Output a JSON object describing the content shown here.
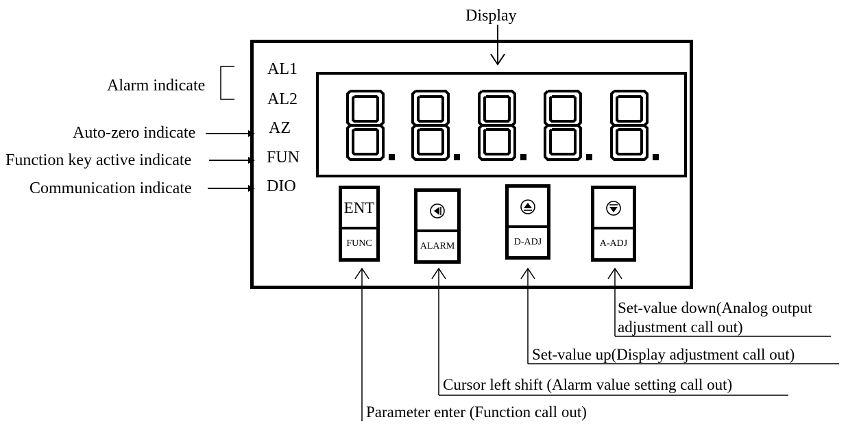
{
  "display_label": "Display",
  "bracket_label": "Alarm indicate",
  "indicators": [
    "AL1",
    "AL2",
    "AZ",
    "FUN",
    "DIO"
  ],
  "left_labels": {
    "autozero": "Auto-zero indicate",
    "function": "Function key active indicate",
    "communication": "Communication indicate"
  },
  "keys": [
    {
      "top": "ENT",
      "bottom": "FUNC",
      "icon": "none"
    },
    {
      "top": "",
      "bottom": "ALARM",
      "icon": "left-arrow-icon"
    },
    {
      "top": "",
      "bottom": "D-ADJ",
      "icon": "up-arrow-icon"
    },
    {
      "top": "",
      "bottom": "A-ADJ",
      "icon": "down-arrow-icon"
    }
  ],
  "callouts": {
    "down_line1": "Set-value down(Analog output",
    "down_line2": "adjustment call out)",
    "up": "Set-value up(Display adjustment call out)",
    "left": "Cursor left shift (Alarm value setting call out)",
    "enter": "Parameter enter (Function call out)"
  },
  "digits": [
    "8.",
    "8.",
    "8.",
    "8.",
    "8."
  ]
}
